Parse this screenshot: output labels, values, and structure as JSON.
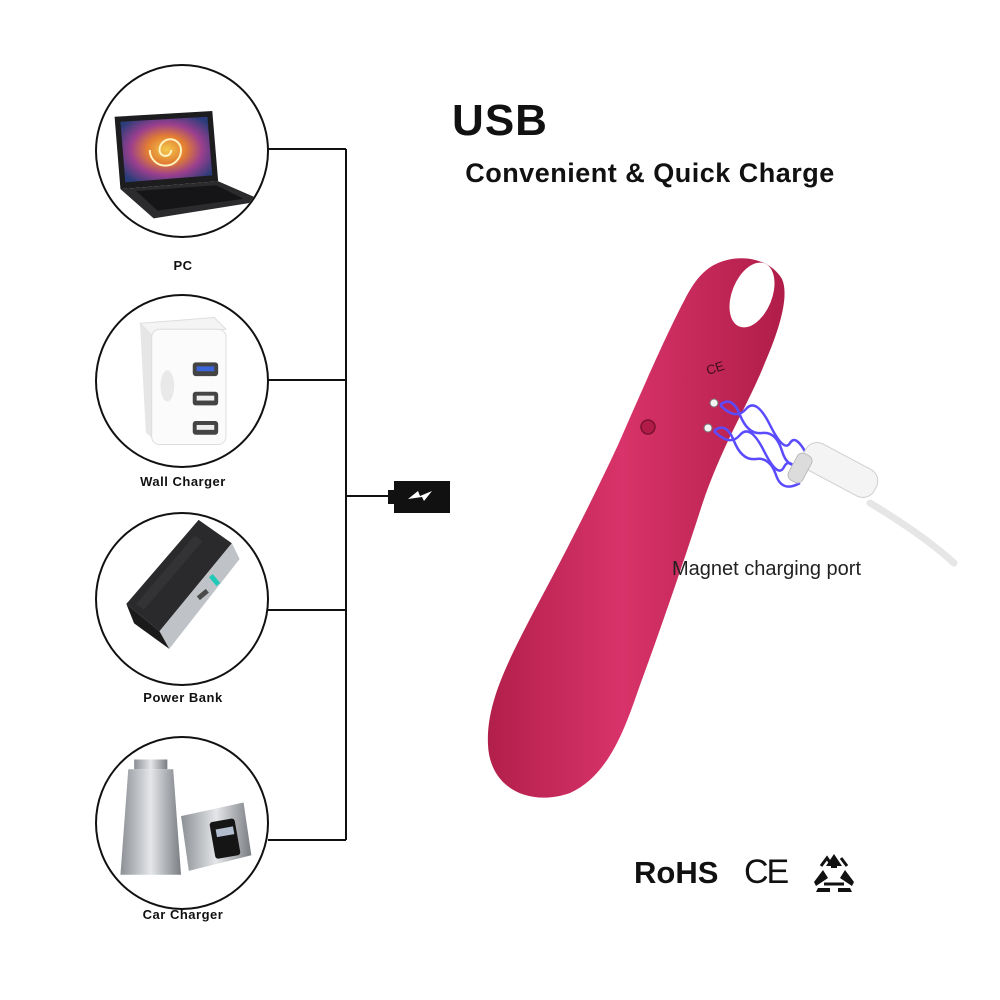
{
  "header": {
    "title": "USB",
    "subtitle": "Convenient & Quick Charge"
  },
  "sources": [
    {
      "label": "PC",
      "icon": "laptop-icon"
    },
    {
      "label": "Wall Charger",
      "icon": "wall-charger-icon"
    },
    {
      "label": "Power Bank",
      "icon": "power-bank-icon"
    },
    {
      "label": "Car Charger",
      "icon": "car-charger-icon"
    }
  ],
  "product": {
    "port_label": "Magnet charging port",
    "color": "#d12c5d",
    "product_marks": "CE"
  },
  "certifications": {
    "rohs": "RoHS",
    "ce": "CE",
    "recycle_icon": "recycle-icon"
  },
  "charging_icon": "battery-charging-icon"
}
